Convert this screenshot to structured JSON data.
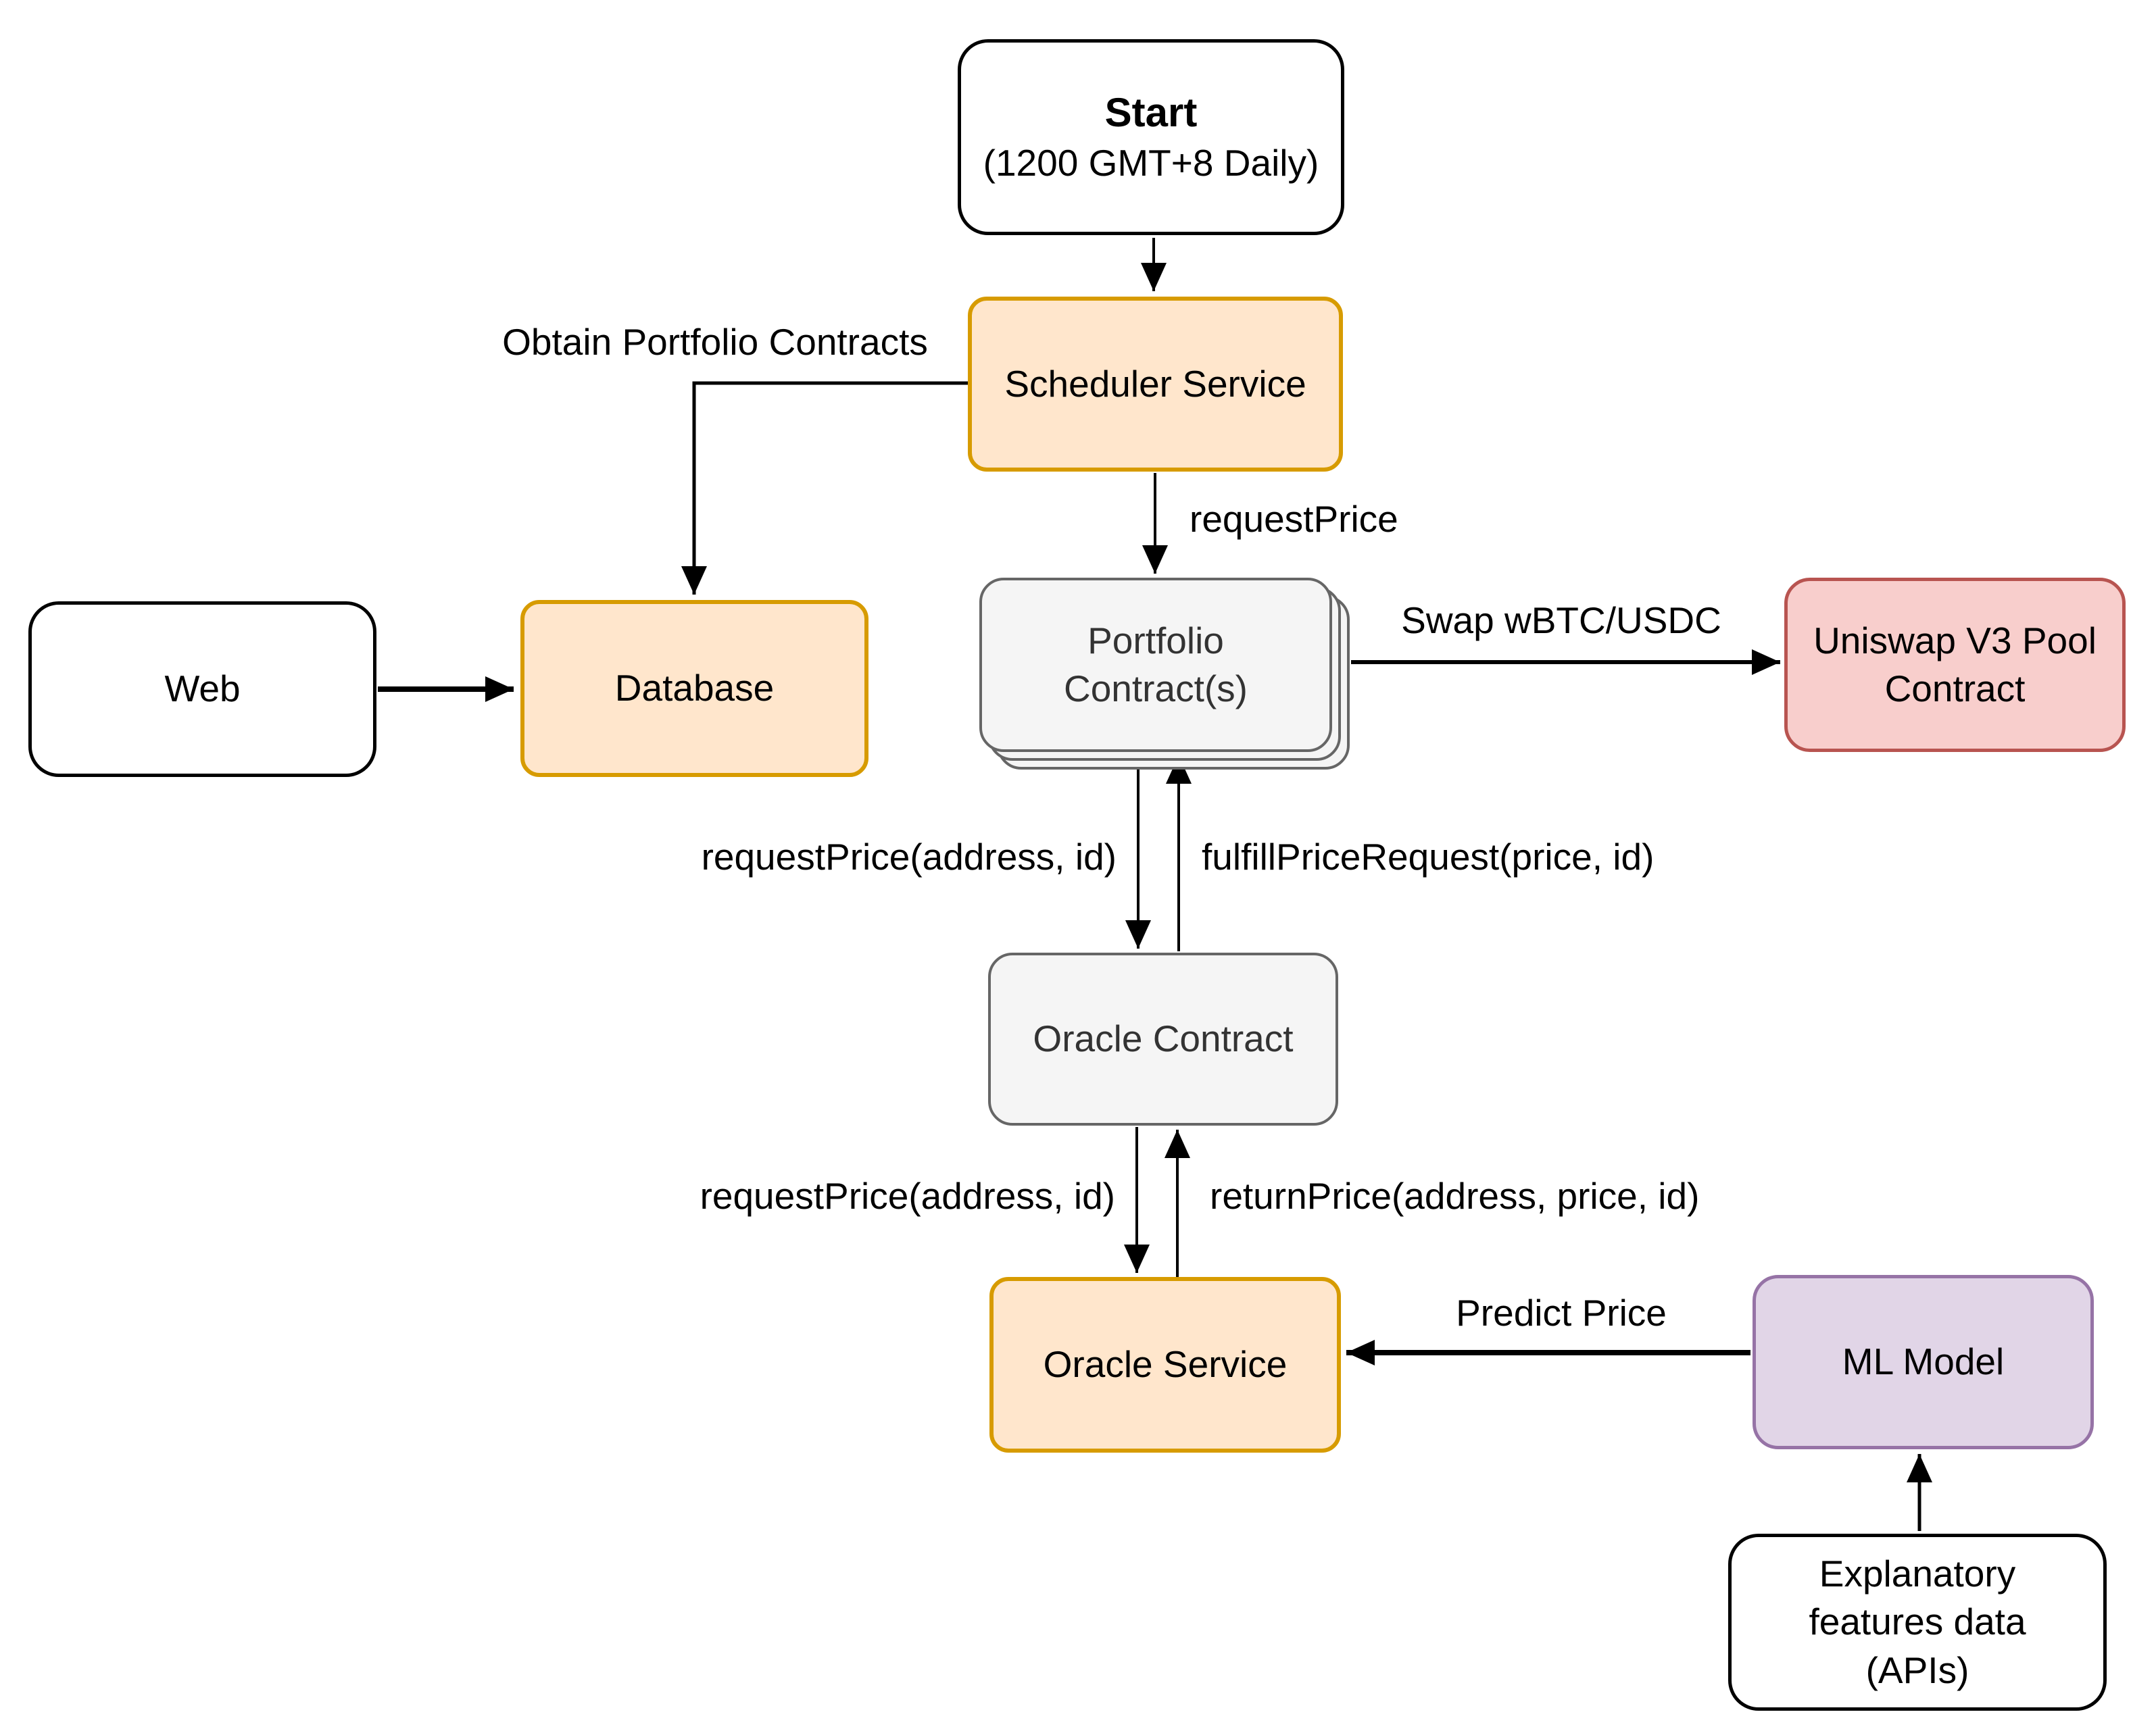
{
  "diagram_type": "flowchart",
  "nodes": {
    "start": {
      "lines": [
        "Start",
        "(1200 GMT+8 Daily)"
      ]
    },
    "scheduler": {
      "label": "Scheduler Service"
    },
    "web": {
      "label": "Web"
    },
    "database": {
      "label": "Database"
    },
    "portfolio": {
      "lines": [
        "Portfolio",
        "Contract(s)"
      ]
    },
    "uniswap": {
      "lines": [
        "Uniswap V3 Pool",
        "Contract"
      ]
    },
    "oracle_contract": {
      "label": "Oracle Contract"
    },
    "oracle_service": {
      "label": "Oracle Service"
    },
    "ml_model": {
      "label": "ML Model"
    },
    "explanatory": {
      "lines": [
        "Explanatory",
        "features data",
        "(APIs)"
      ]
    }
  },
  "edges": {
    "obtain_portfolio_contracts": "Obtain Portfolio Contracts",
    "request_price": "requestPrice",
    "swap_wbtc_usdc": "Swap wBTC/USDC",
    "request_price_address_id_1": "requestPrice(address, id)",
    "fulfill_price_request": "fulfillPriceRequest(price, id)",
    "request_price_address_id_2": "requestPrice(address, id)",
    "return_price": "returnPrice(address, price, id)",
    "predict_price": "Predict Price"
  },
  "colors": {
    "peach_fill": "#FFE6CC",
    "peach_stroke": "#D79B00",
    "gray_fill": "#F5F5F5",
    "gray_stroke": "#666666",
    "red_fill": "#F8CECC",
    "red_stroke": "#B85450",
    "purple_fill": "#E1D5E7",
    "purple_stroke": "#9673A6",
    "line": "#000000"
  }
}
